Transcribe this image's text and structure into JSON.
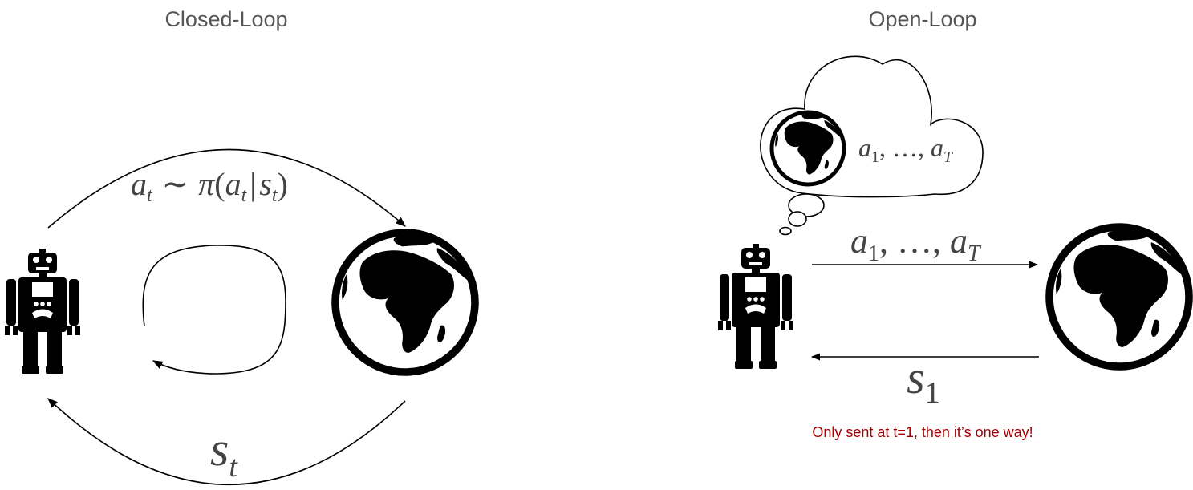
{
  "closed_loop": {
    "title": "Closed-Loop",
    "action_label": {
      "a": "a",
      "sub": "t",
      "tilde": "∼",
      "pi": "π",
      "open": "(",
      "a2": "a",
      "sub2": "t",
      "bar": "|",
      "s": "s",
      "sub3": "t",
      "close": ")"
    },
    "state_label": {
      "s": "s",
      "sub": "t"
    }
  },
  "open_loop": {
    "title": "Open-Loop",
    "thought_actions": {
      "a1": "a",
      "sub1": "1",
      "sep": ", …, ",
      "aT": "a",
      "subT": "T"
    },
    "action_label": {
      "a1": "a",
      "sub1": "1",
      "sep": ", …, ",
      "aT": "a",
      "subT": "T"
    },
    "state_label": {
      "s": "s",
      "sub": "1"
    },
    "note": "Only sent at t=1, then it’s one way!"
  },
  "icons": [
    "robot-icon",
    "globe-icon",
    "thought-cloud-icon",
    "loop-arrow-icon"
  ],
  "colors": {
    "line": "#000000",
    "text": "#444444",
    "title": "#555555",
    "note": "#a80000"
  }
}
